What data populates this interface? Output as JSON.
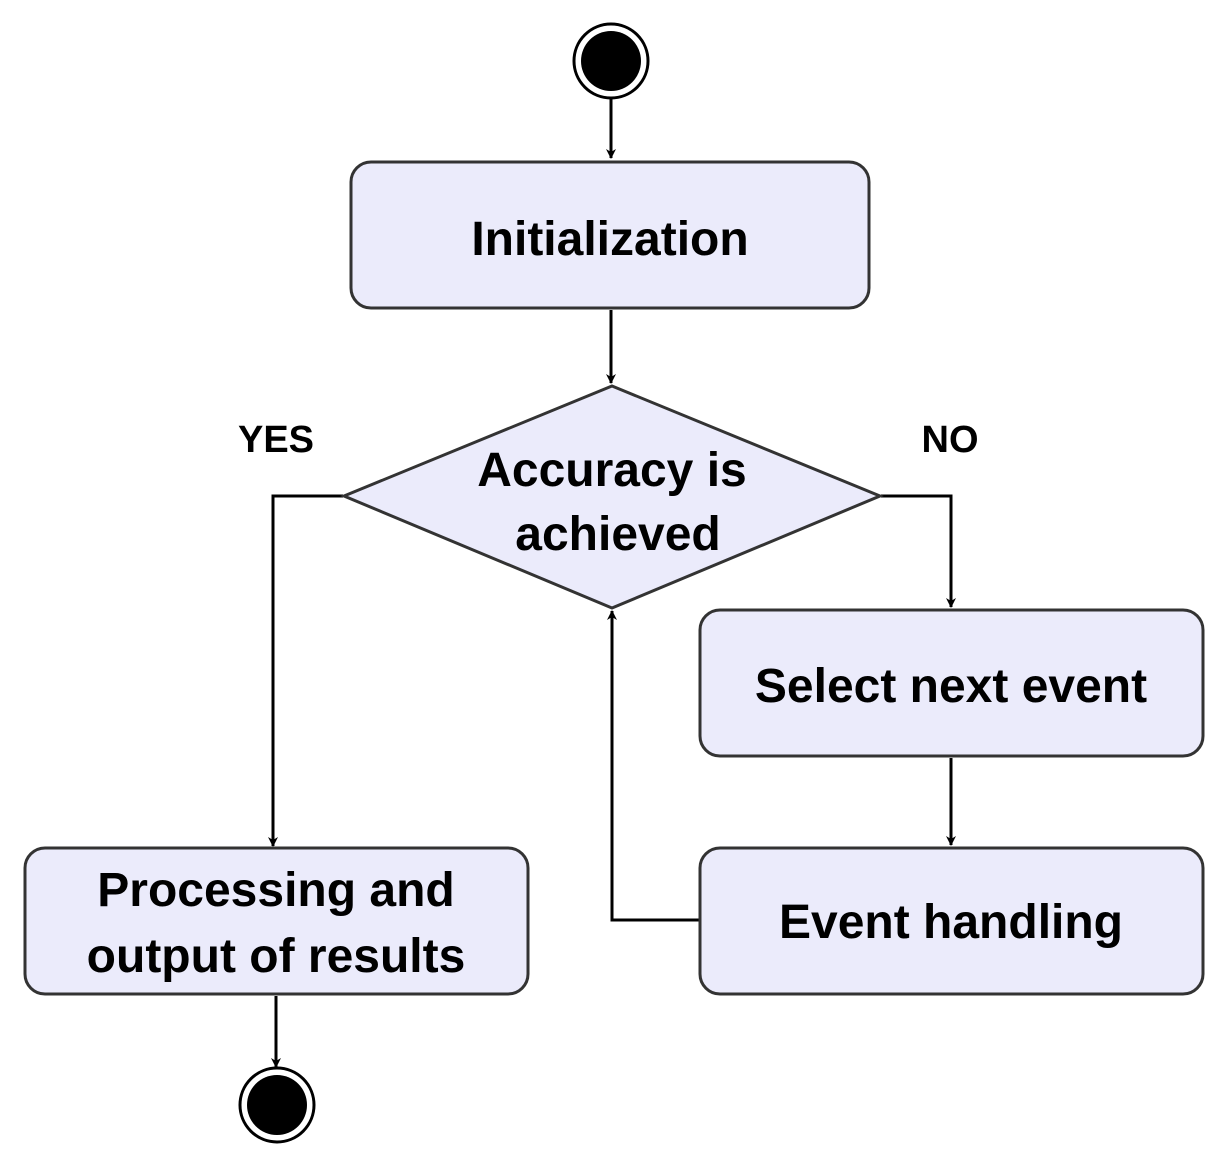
{
  "diagram": {
    "nodes": {
      "initialization": "Initialization",
      "decision_line1": "Accuracy is",
      "decision_line2": "achieved",
      "select_next_event": "Select next event",
      "event_handling": "Event handling",
      "processing_line1": "Processing and",
      "processing_line2": "output of results"
    },
    "labels": {
      "yes": "YES",
      "no": "NO"
    }
  },
  "colors": {
    "node_fill": "#ebebfb",
    "stroke": "#333333",
    "edge": "#000000"
  }
}
